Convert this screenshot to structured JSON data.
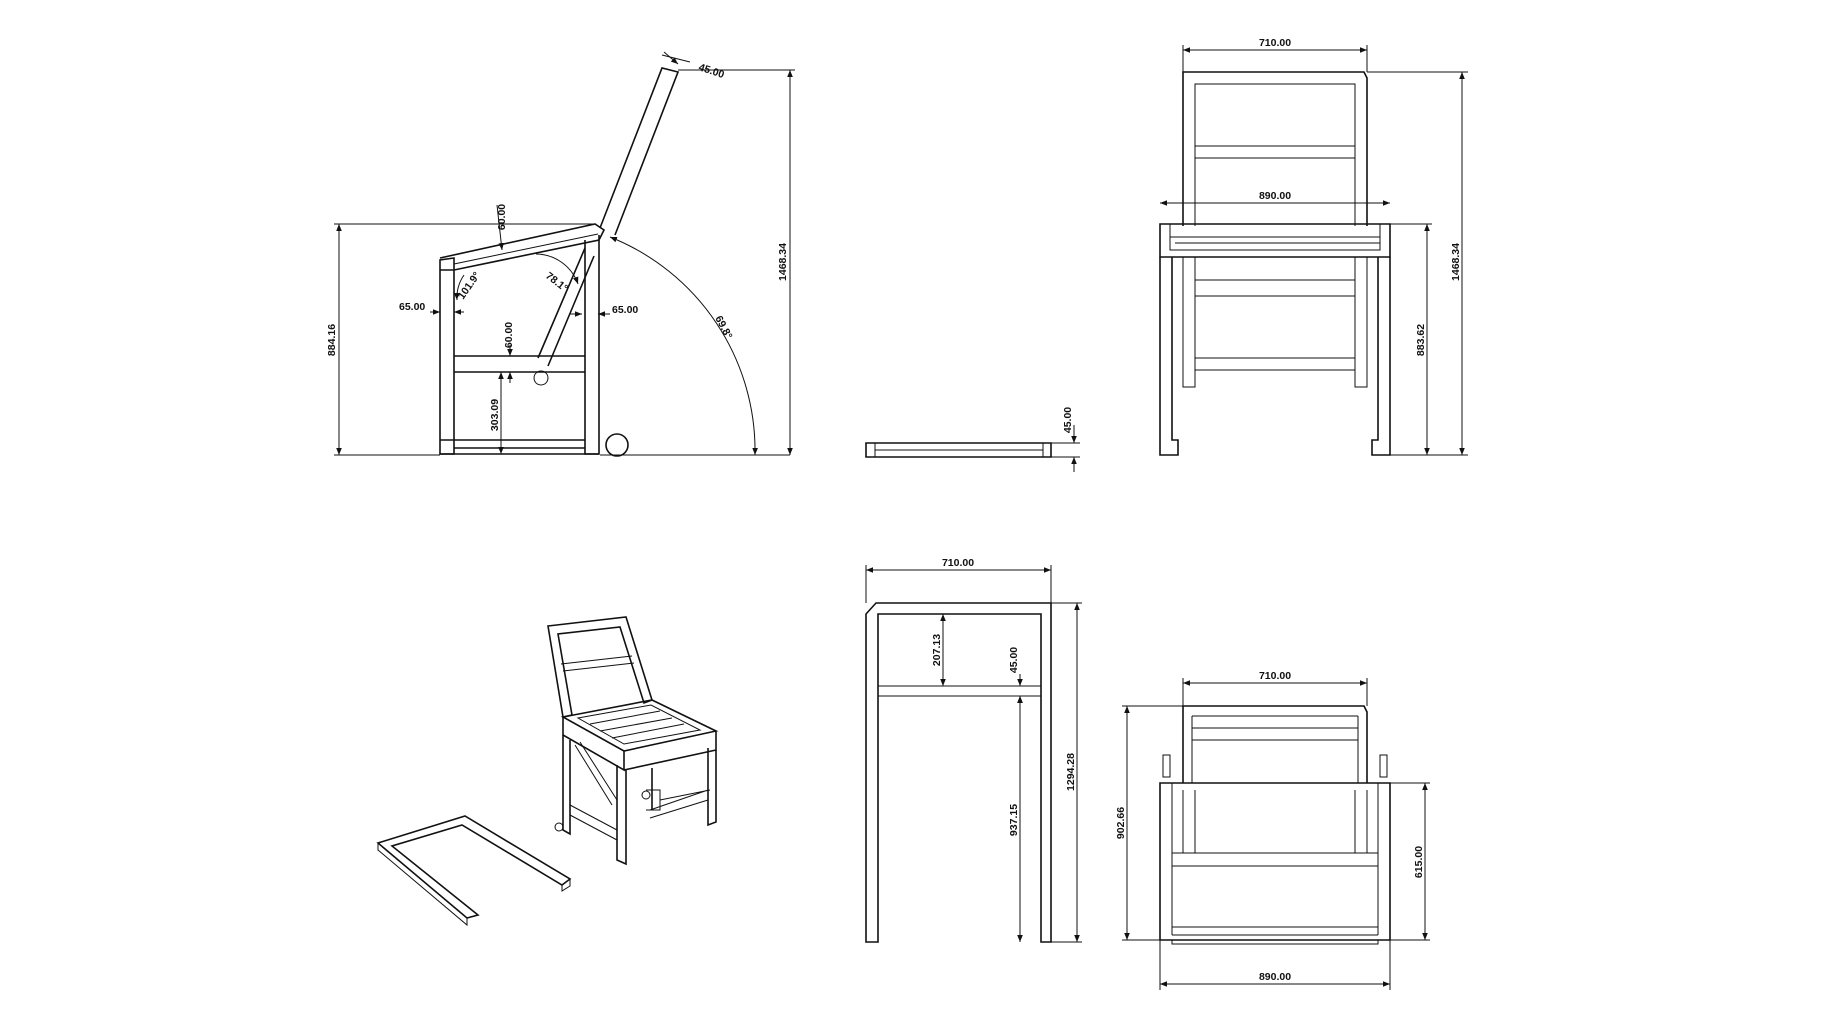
{
  "side_view": {
    "seat_height": "884.16",
    "overall_height": "1468.34",
    "back_thickness": "45.00",
    "rail_top": "60.00",
    "angle_left": "101.9°",
    "angle_right": "78.1°",
    "leg_left": "65.00",
    "leg_right": "65.00",
    "rail_mid": "60.00",
    "rail_height": "303.09",
    "back_angle": "69.8°"
  },
  "rail_view": {
    "rail_thickness": "45.00"
  },
  "front_view": {
    "back_width": "710.00",
    "seat_width": "890.00",
    "overall_height": "1468.34",
    "seat_height": "883.62"
  },
  "back_frame_view": {
    "width": "710.00",
    "top_rail_offset": "207.13",
    "rail_thickness": "45.00",
    "leg_length": "937.15",
    "overall_height": "1294.28"
  },
  "folded_view": {
    "back_width": "710.00",
    "overall_height": "902.66",
    "seat_height": "615.00",
    "base_width": "890.00"
  }
}
